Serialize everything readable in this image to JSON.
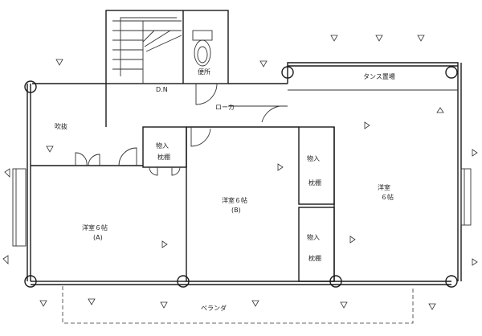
{
  "rooms": {
    "fukinuke": "吹抜",
    "western_a": "洋室６帖",
    "western_a_tag": "(A)",
    "western_b": "洋室６帖",
    "western_b_tag": "(B)",
    "western_c": "洋室",
    "western_c_size": "６帖",
    "toilet": "便所",
    "tansu": "タンス置場",
    "veranda": "ベランダ"
  },
  "closets": {
    "top_label_1": "物入",
    "top_label_2": "枕棚",
    "right_top_label_1": "物入",
    "right_top_label_2": "枕棚",
    "right_bottom_label_1": "物入",
    "right_bottom_label_2": "枕棚"
  },
  "stairs": {
    "direction": "D.N"
  },
  "hallway": {
    "label": "ローカ"
  }
}
